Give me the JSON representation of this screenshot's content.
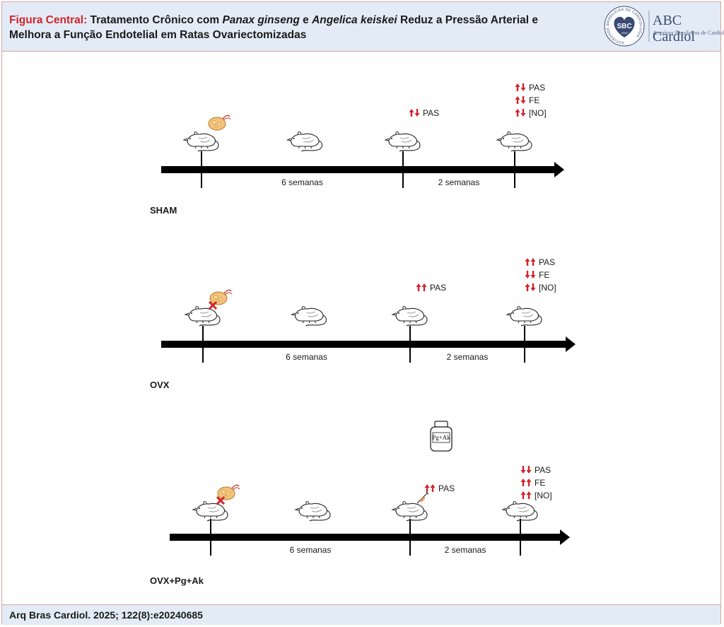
{
  "header": {
    "title_lead": "Figura Central:",
    "title_p1": " Tratamento Crônico com ",
    "title_species1": "Panax ginseng",
    "title_p2": " e ",
    "title_species2": "Angelica keiskei",
    "title_p3": " Reduz a Pressão Arterial e Melhora a Função Endotelial em Ratas Ovariectomizadas",
    "logo_mark": "SBC",
    "logo_ring": "SOCIEDADE BRASILEIRA DE CARDIOLOGIA",
    "logo_year": "1943",
    "logo_name": "ABC Cardiol",
    "logo_sub": "Arquivos Brasileiros de Cardiologia"
  },
  "footer": {
    "citation": "Arq Bras Cardiol. 2025; 122(8):e20240685"
  },
  "colors": {
    "accent": "#d2232a",
    "panel": "#e3ecf6",
    "border": "#d9a3a3",
    "timeline": "#000000"
  },
  "panels": [
    {
      "group": "SHAM",
      "ovary_crossed": false,
      "treatment": false,
      "segments": [
        "6 semanas",
        "2 semanas"
      ],
      "mid_indicators": [
        {
          "arrows": "up-down",
          "label": "PAS"
        }
      ],
      "end_indicators": [
        {
          "arrows": "up-down",
          "label": "PAS"
        },
        {
          "arrows": "up-down",
          "label": "FE"
        },
        {
          "arrows": "up-down",
          "label": "[NO]"
        }
      ]
    },
    {
      "group": "OVX",
      "ovary_crossed": true,
      "treatment": false,
      "segments": [
        "6 semanas",
        "2 semanas"
      ],
      "mid_indicators": [
        {
          "arrows": "up-up",
          "label": "PAS"
        }
      ],
      "end_indicators": [
        {
          "arrows": "up-up",
          "label": "PAS"
        },
        {
          "arrows": "down-down",
          "label": "FE"
        },
        {
          "arrows": "up-down",
          "label": "[NO]"
        }
      ]
    },
    {
      "group": "OVX+Pg+Ak",
      "ovary_crossed": true,
      "treatment": true,
      "treatment_label": "Pg+Ak",
      "segments": [
        "6 semanas",
        "2 semanas"
      ],
      "mid_indicators": [
        {
          "arrows": "up-up",
          "label": "PAS"
        }
      ],
      "end_indicators": [
        {
          "arrows": "down-down",
          "label": "PAS"
        },
        {
          "arrows": "up-up",
          "label": "FE"
        },
        {
          "arrows": "up-up",
          "label": "[NO]"
        }
      ]
    }
  ]
}
